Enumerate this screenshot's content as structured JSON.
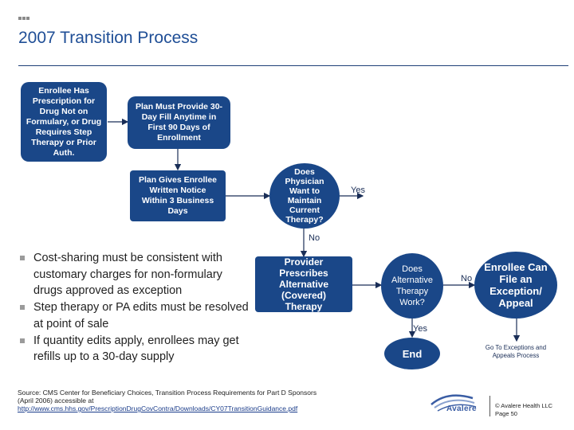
{
  "slide_title": "2007 Transition Process",
  "flow": {
    "enrollee_has_rx": "Enrollee Has Prescription for Drug Not on Formulary, or Drug Requires Step Therapy or Prior Auth.",
    "plan_must_provide": "Plan Must Provide 30-Day Fill Anytime in First 90 Days of Enrollment",
    "plan_gives_notice": "Plan Gives Enrollee Written Notice Within 3 Business Days",
    "does_physician": "Does Physician Want to Maintain Current Therapy?",
    "yes1": "Yes",
    "no1": "No",
    "provider_prescribes": "Provider Prescribes Alternative (Covered) Therapy",
    "does_alternative": "Does Alternative Therapy Work?",
    "no2": "No",
    "yes2": "Yes",
    "enrollee_can_file": "Enrollee Can File an Exception/ Appeal",
    "end": "End",
    "go_to": "Go To Exceptions and Appeals Process"
  },
  "bullets": [
    "Cost-sharing must be consistent with customary charges for non-formulary drugs approved as exception",
    "Step therapy or PA edits must be resolved at point of sale",
    "If quantity edits apply, enrollees may get refills up to a 30-day supply"
  ],
  "footer": {
    "source_line1": "Source: CMS Center for Beneficiary Choices, Transition Process Requirements for Part D Sponsors",
    "source_line2": "(April 2006) accessible at",
    "source_url": "http://www.cms.hhs.gov/PrescriptionDrugCovContra/Downloads/CY07TransitionGuidance.pdf",
    "logo_text": "Avalere",
    "copyright": "© Avalere Health LLC",
    "page": "Page 50"
  },
  "colors": {
    "box_fill": "#1a4788",
    "title": "#1f4e96",
    "connector": "#1a2e57"
  }
}
